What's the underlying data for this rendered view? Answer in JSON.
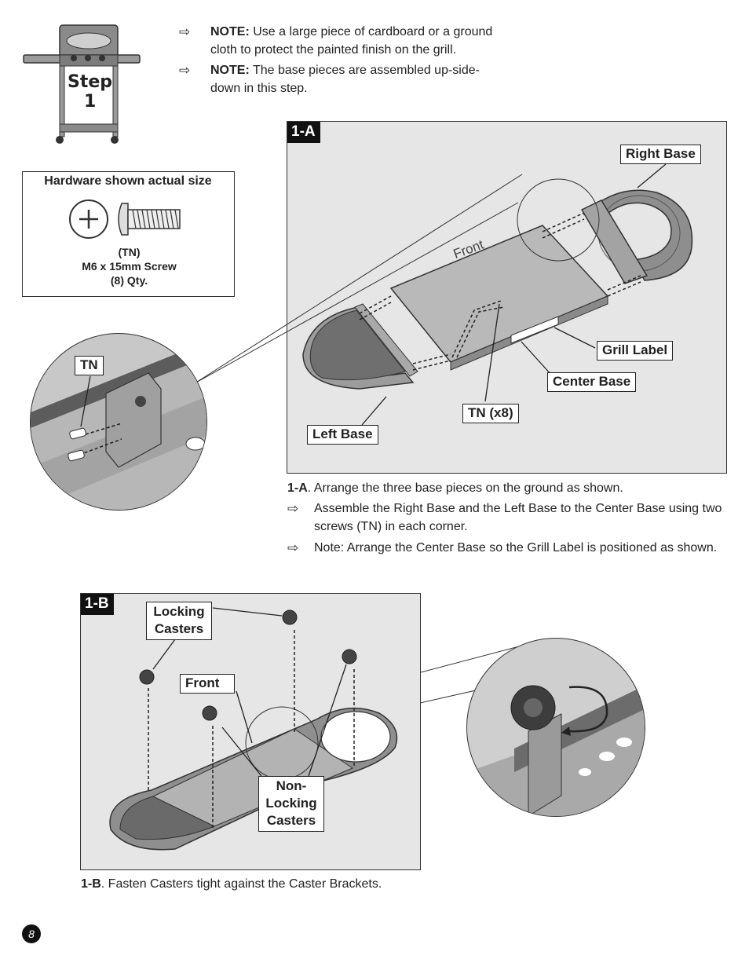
{
  "step": {
    "word": "Step",
    "number": "1"
  },
  "notes": [
    {
      "label": "NOTE:",
      "line1": " Use a large piece of cardboard or a ground",
      "line2": "cloth to protect the painted finish on the grill."
    },
    {
      "label": "NOTE:",
      "line1": " The base pieces are assembled up-side-",
      "line2": "down in this step."
    }
  ],
  "hardware": {
    "title": "Hardware shown actual size",
    "code": "(TN)",
    "name": "M6 x 15mm Screw",
    "qty": "(8) Qty."
  },
  "panel_a": {
    "tag": "1-A",
    "labels": {
      "right_base": "Right Base",
      "grill_label": "Grill Label",
      "center_base": "Center Base",
      "tn_x8": "TN (x8)",
      "left_base": "Left Base",
      "front": "Front",
      "tn": "TN"
    },
    "caption": {
      "lead": "1-A",
      "text": ". Arrange the three base pieces on the ground as shown.",
      "bullet1_line1": "Assemble the Right Base and the Left Base to the Center Base using two",
      "bullet1_line2": "screws (TN) in each corner.",
      "bullet2": "Note:  Arrange the Center Base so the Grill Label is positioned as shown."
    }
  },
  "panel_b": {
    "tag": "1-B",
    "labels": {
      "locking_line1": "Locking",
      "locking_line2": "Casters",
      "front": "Front",
      "non_line1": "Non-",
      "non_line2": "Locking",
      "non_line3": "Casters"
    },
    "caption": {
      "lead": "1-B",
      "text": ". Fasten Casters tight against the Caster Brackets."
    }
  },
  "page_number": "8",
  "arrow_icon": "right-arrow-icon"
}
